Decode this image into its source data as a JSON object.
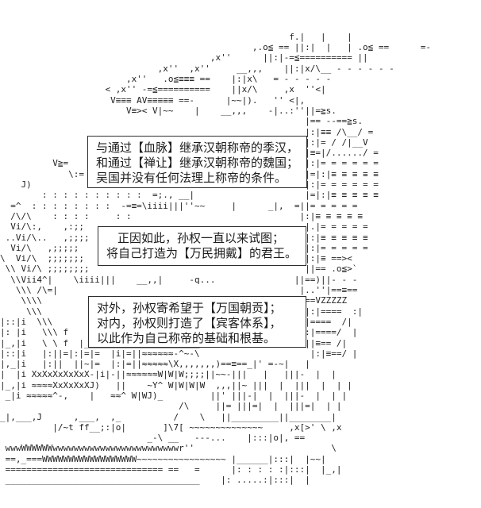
{
  "scene": {
    "background_color": "#ffffff",
    "ink_color": "#222222",
    "description": "ascii-art-landscape-with-dialog"
  },
  "dialogs": [
    {
      "lines": [
        "与通过【血脉】继承汉朝称帝的季汉，",
        "和通过【禅让】继承汉朝称帝的魏国；",
        "吴国并没有任何法理上称帝的条件。"
      ]
    },
    {
      "lines": [
        "正因如此，孙权一直以来试图；",
        "将自己打造为【万民拥戴】的君王。"
      ]
    },
    {
      "lines": [
        "对外，孙权寄希望于【万国朝贡】；",
        "对内，孙权则打造了【宾客体系】，",
        "以此作为自己称帝的基础和根基。"
      ]
    }
  ],
  "ascii_art": {
    "lines": [
      "",
      "",
      "",
      "                                                       f.|   |    |",
      "                                                ,.o≦ == ||:|  |   | .o≦ ==      =-",
      "                                        ,x''      ||:|-=≦========== ||",
      "                              ,x''  ,x''     __,,,    ||:|x/\\__ - - - - - -",
      "                        ,x''   .o≦≡≡≡ ==    |:|x\\   = - - - - -",
      "                    < ,x'' -=≦==========    ||x/\\     ,x  ''<|",
      "                     V≡≡≡ AV≡≡≡≡≡ ==-      |~~|).   '' <|,",
      "                        V≡>< V|~~    |    __,,,    -|..:''||=≧s.",
      "                                                          |== --==≧s.",
      "                                                          |:|≡≡ /\\__/ =",
      "                                                          |:|= / /|__V",
      "                                                         ||≡=|/....../ =",
      "          V≧=                                             |:|= = = = = =",
      "             \\:=                                          |=|:|≡ ≡ ≡ ≡ ≡",
      "    J)                                                    |:|= = = = = =",
      "        : : : : : : : : : :  =;., __|                     |=|:|≡ ≡ ≡ ≡ ≡",
      "  =^  : : : : : : : :  -=≡=\\iiii|||''~~     |      _|,  =||= = = = =",
      "  /\\/\\    : : : :     : :                                |:|≡ ≡ ≡ ≡ ≡",
      "  Vi/\\:,    ,:;;                                          |.|= = = = =",
      " ..Vi/\\..   ,;;;;                                         |:|≡ ≡ ≡ ≡ ≡",
      "  Vi/\\   ,;;;;;                                          -|:|= = = = =",
      "\\  Vi/\\  ;;;;;;;                                          |:|≡ ==><",
      " \\\\ Vi/\\ ;;;;;;;;                                         ||== .o≦>`",
      "  \\\\Vii4^|    \\iiii|||    __,,|     -q...               ||==)||- - -",
      "   \\\\\\ /\\=|                                              |..''|==≡==",
      "    \\\\\\\\                                                 |==VZZZZZ",
      "     \\\\\\                                                 =|:|====  :|",
      "|::|i  \\\\\\                                               ||====  /|",
      "|: |i   \\\\\\ f                                            |:|====/  |",
      "|_,|i   \\ \\ f  |______________________/                   ||≡== /|",
      "|::|i   |:||=|:|=|=  |i|=||≈≈≈≈≈≈-^~-\\                     |:|≡==/ |",
      "|,_|i   |:||  ||~|=  |:|=||≈≈≈≈≈\\X,,,,,,,)==≡==_|' =-~|   |",
      "|  |i XxXxXxXxXxX-|i|-||≈≈≈≈≈≈W|W|W;;;;||~~-|||   |   |||-  |  |",
      "|_,|i ≈≈≈≈XxXxXxXJ)   ||    ~Y^ W|W|W|W  ,,,||~ |||  |  |||  |  | |",
      " _|i ≈≈≈≈≈^-,    |   ≈≈^ W|WJ)_         ||' |||-|  |  |||-  |  | |",
      "                                  /\\     ||= |||=|  |  |||=|  | |",
      "_|,___,J      ,___,  ,_          /    \\   ||_________||________|",
      "          |/~t ff__;:|o|       ]\\7[ ~~~~~~~~~~~~~~     ,x[>' \\ ,x",
      "                            _-\\ __   ---...    |:::|o|, ==",
      " wwwWWWWWWwwwwwwwwwwwwwwwwwwwwwwwwr''                          \\",
      " ==,_===WWWWWWWWWWWWWWWWWW~~~~~~~~~~~~~~~~~ |______|:::|  |~~|",
      " ============================== ==   =      |: : : : :|:::|  |_,|",
      " _____________________________________    |: .....:|:::|  |"
    ]
  }
}
